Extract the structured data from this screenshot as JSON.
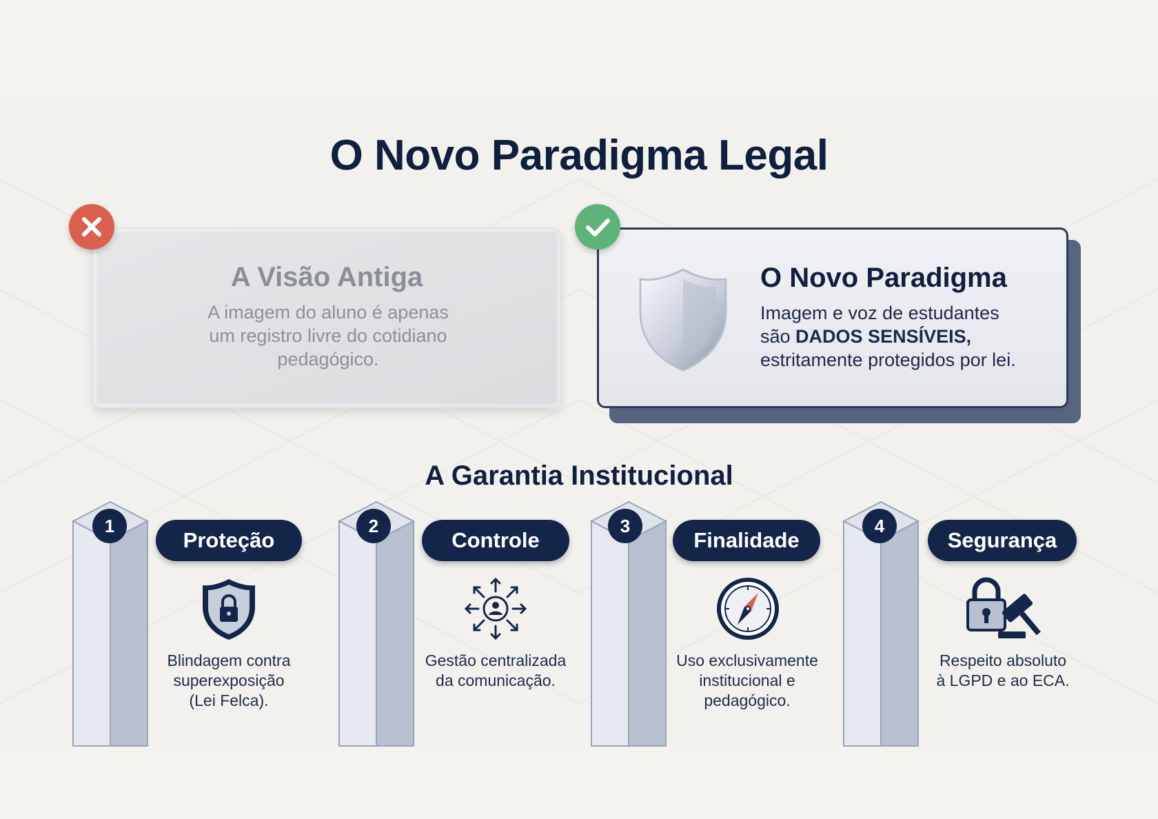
{
  "title": "O Novo Paradigma Legal",
  "old_view": {
    "title": "A Visão Antiga",
    "text_lines": [
      "A imagem do aluno é apenas",
      "um registro livre do cotidiano",
      "pedagógico."
    ],
    "badge_icon": "x-icon",
    "badge_color": "#d9604f"
  },
  "new_view": {
    "title": "O Novo Paradigma",
    "text_line1": "Imagem e voz de estudantes",
    "text_line2_prefix": "são ",
    "text_line2_bold": "DADOS SENSÍVEIS,",
    "text_line3": "estritamente protegidos por lei.",
    "badge_icon": "check-icon",
    "badge_color": "#5fb37a",
    "icon": "shield-icon"
  },
  "subtitle": "A Garantia Institucional",
  "pillars": [
    {
      "number": "1",
      "label": "Proteção",
      "icon": "shield-lock-icon",
      "text_lines": [
        "Blindagem contra",
        "superexposição",
        "(Lei Felca)."
      ]
    },
    {
      "number": "2",
      "label": "Controle",
      "icon": "user-hub-icon",
      "text_lines": [
        "Gestão centralizada",
        "da comunicação."
      ]
    },
    {
      "number": "3",
      "label": "Finalidade",
      "icon": "compass-icon",
      "text_lines": [
        "Uso exclusivamente",
        "institucional e",
        "pedagógico."
      ]
    },
    {
      "number": "4",
      "label": "Segurança",
      "icon": "lock-gavel-icon",
      "text_lines": [
        "Respeito absoluto",
        "à LGPD e ao ECA."
      ]
    }
  ],
  "colors": {
    "navy": "#13264a",
    "background": "#f2f1ee"
  }
}
